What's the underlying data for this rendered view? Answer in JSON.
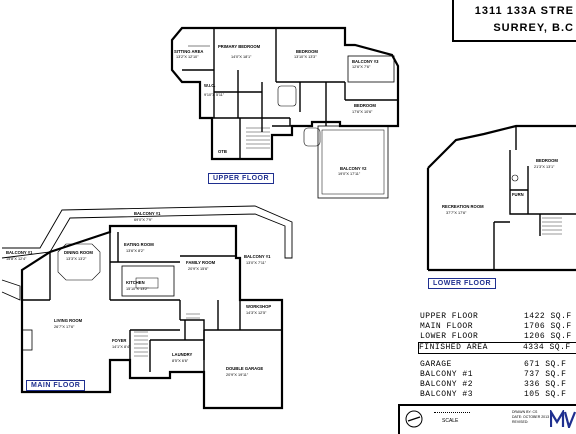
{
  "title": {
    "line1": "1311 133A STRE",
    "line2": "SURREY, B.C"
  },
  "floor_tags": {
    "upper": "UPPER FLOOR",
    "main": "MAIN FLOOR",
    "lower": "LOWER FLOOR"
  },
  "rooms": {
    "sitting_area": {
      "name": "SITTING AREA",
      "dim": "13'2\"X 12'10\""
    },
    "primary_bedroom": {
      "name": "PRIMARY BEDROOM",
      "dim": "14'0\"X 18'1\""
    },
    "bedroom_upper_1": {
      "name": "BEDROOM",
      "dim": "13'10\"X 13'3\""
    },
    "balcony_3": {
      "name": "BALCONY #3",
      "dim": "12'6\"X 7'6\""
    },
    "wic": {
      "name": "W.I.C.",
      "dim": "9'10\"X 5'11\""
    },
    "bedroom_upper_2": {
      "name": "BEDROOM",
      "dim": "17'6\"X 10'6\""
    },
    "otb": {
      "name": "OTB"
    },
    "balcony_2": {
      "name": "BALCONY #2",
      "dim": "19'0\"X 17'11\""
    },
    "balcony_1_top": {
      "name": "BALCONY #1",
      "dim": "69'0\"X 7'9\""
    },
    "balcony_1_left": {
      "name": "BALCONY #1",
      "dim": "15'8\"X 12'4\""
    },
    "balcony_1_right": {
      "name": "BALCONY #1",
      "dim": "13'0\"X 7'11\""
    },
    "dining_room": {
      "name": "DINING ROOM",
      "dim": "13'3\"X 13'2\""
    },
    "eating_room": {
      "name": "EATING ROOM",
      "dim": "13'6\"X 8'2\""
    },
    "family_room": {
      "name": "FAMILY ROOM",
      "dim": "20'9\"X 15'6\""
    },
    "kitchen": {
      "name": "KITCHEN",
      "dim": "15'10\"X 13'2\""
    },
    "living_room": {
      "name": "LIVING ROOM",
      "dim": "26'7\"X 17'6\""
    },
    "workshop": {
      "name": "WORKSHOP",
      "dim": "14'3\"X 12'5\""
    },
    "foyer": {
      "name": "FOYER",
      "dim": "14'1\"X 8'4\""
    },
    "laundry": {
      "name": "LAUNDRY",
      "dim": "8'5\"X 6'6\""
    },
    "double_garage": {
      "name": "DOUBLE GARAGE",
      "dim": "20'9\"X 19'11\""
    },
    "recreation_room": {
      "name": "RECREATION ROOM",
      "dim": "37'7\"X 17'6\""
    },
    "bedroom_lower": {
      "name": "BEDROOM",
      "dim": "21'3\"X 13'1\""
    },
    "furn": {
      "name": "FURN"
    }
  },
  "areas": [
    {
      "label": "UPPER FLOOR",
      "value": "1422 SQ.F"
    },
    {
      "label": "MAIN FLOOR",
      "value": "1706 SQ.F"
    },
    {
      "label": "LOWER FLOOR",
      "value": "1206 SQ.F"
    },
    {
      "label": "FINISHED AREA",
      "value": "4334 SQ.F"
    },
    {
      "label": "GARAGE",
      "value": "671 SQ.F"
    },
    {
      "label": "BALCONY #1",
      "value": "737 SQ.F"
    },
    {
      "label": "BALCONY #2",
      "value": "336 SQ.F"
    },
    {
      "label": "BALCONY #3",
      "value": "105 SQ.F"
    }
  ],
  "footer": {
    "scale_label": "SCALE",
    "drawn_by": "DRAWN BY: CS",
    "date": "DATE: OCTOBER 2013",
    "revised": "REVISED:"
  },
  "colors": {
    "line": "#000000",
    "tag_blue": "#1f2f8f"
  }
}
